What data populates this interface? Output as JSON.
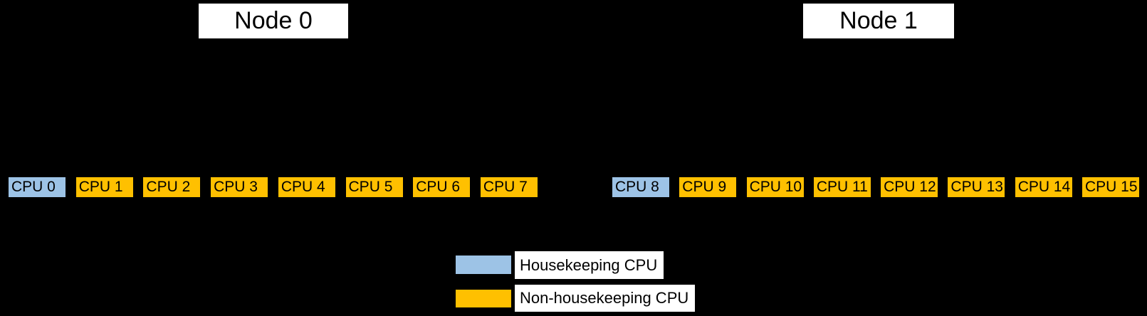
{
  "colors": {
    "background": "#000000",
    "housekeeping": "#9DC3E6",
    "non_housekeeping": "#FFC000",
    "label_background": "#FFFFFF",
    "text": "#000000"
  },
  "nodes": [
    {
      "label": "Node 0",
      "cpus": [
        {
          "label": "CPU 0",
          "type": "housekeeping"
        },
        {
          "label": "CPU 1",
          "type": "non-housekeeping"
        },
        {
          "label": "CPU 2",
          "type": "non-housekeeping"
        },
        {
          "label": "CPU 3",
          "type": "non-housekeeping"
        },
        {
          "label": "CPU 4",
          "type": "non-housekeeping"
        },
        {
          "label": "CPU 5",
          "type": "non-housekeeping"
        },
        {
          "label": "CPU 6",
          "type": "non-housekeeping"
        },
        {
          "label": "CPU 7",
          "type": "non-housekeeping"
        }
      ]
    },
    {
      "label": "Node 1",
      "cpus": [
        {
          "label": "CPU 8",
          "type": "housekeeping"
        },
        {
          "label": "CPU 9",
          "type": "non-housekeeping"
        },
        {
          "label": "CPU 10",
          "type": "non-housekeeping"
        },
        {
          "label": "CPU 11",
          "type": "non-housekeeping"
        },
        {
          "label": "CPU 12",
          "type": "non-housekeeping"
        },
        {
          "label": "CPU 13",
          "type": "non-housekeeping"
        },
        {
          "label": "CPU 14",
          "type": "non-housekeeping"
        },
        {
          "label": "CPU 15",
          "type": "non-housekeeping"
        }
      ]
    }
  ],
  "legend": {
    "items": [
      {
        "label": "Housekeeping CPU",
        "type": "housekeeping",
        "color": "#9DC3E6"
      },
      {
        "label": "Non-housekeeping CPU",
        "type": "non-housekeeping",
        "color": "#FFC000"
      }
    ]
  }
}
